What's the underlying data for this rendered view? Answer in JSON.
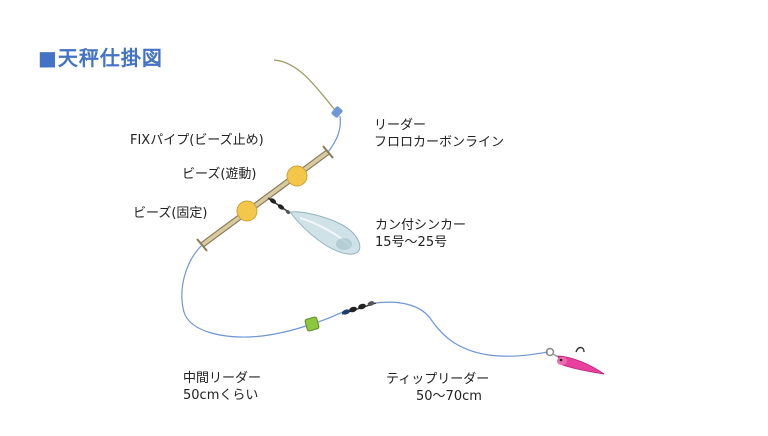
{
  "title": "■天秤仕掛図",
  "labels": {
    "leader_line1": "リーダー",
    "leader_line2": "フロロカーボンライン",
    "fix_pipe": "FIXパイプ(ビーズ止め)",
    "bead_free": "ビーズ(遊動)",
    "bead_fixed": "ビーズ(固定)",
    "sinker_line1": "カン付シンカー",
    "sinker_line2": "15号〜25号",
    "mid_leader_line1": "中間リーダー",
    "mid_leader_line2": "50cmくらい",
    "tip_leader_line1": "ティップリーダー",
    "tip_leader_line2": "50〜70cm"
  },
  "colors": {
    "title": "#4472c4",
    "main_line": "#9b9a62",
    "leader_line": "#6f96d6",
    "pipe": "#c9b88f",
    "bead": "#f4c64a",
    "sinker": "#cfe2e8",
    "cushion": "#8dc63f",
    "jig": "#e8409c"
  },
  "icons": {
    "connector": "blue-connector-icon",
    "swivel": "swivel-icon",
    "sinker": "lead-sinker-icon",
    "cushion": "green-cushion-bead-icon",
    "lure": "pink-jig-lure-icon"
  }
}
